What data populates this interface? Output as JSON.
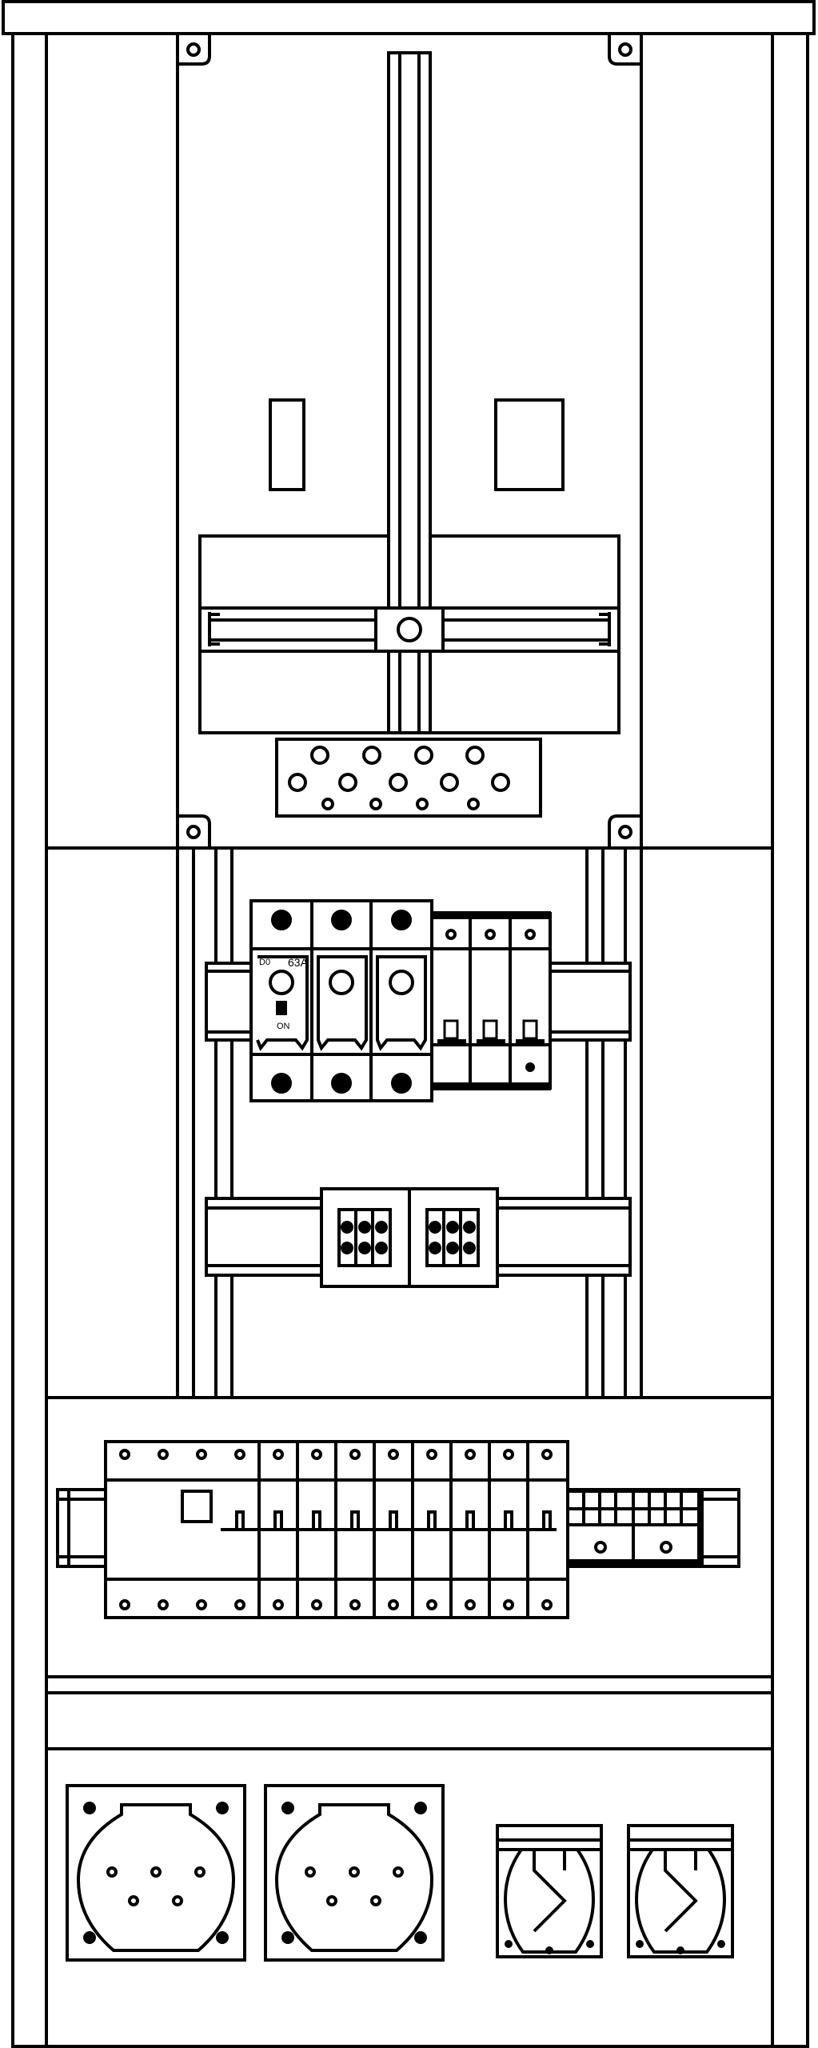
{
  "diagram": {
    "fuse_label": "D0",
    "rating_label": "63A",
    "state_label": "ON",
    "stroke_color": "#000000",
    "background_color": "#ffffff"
  }
}
